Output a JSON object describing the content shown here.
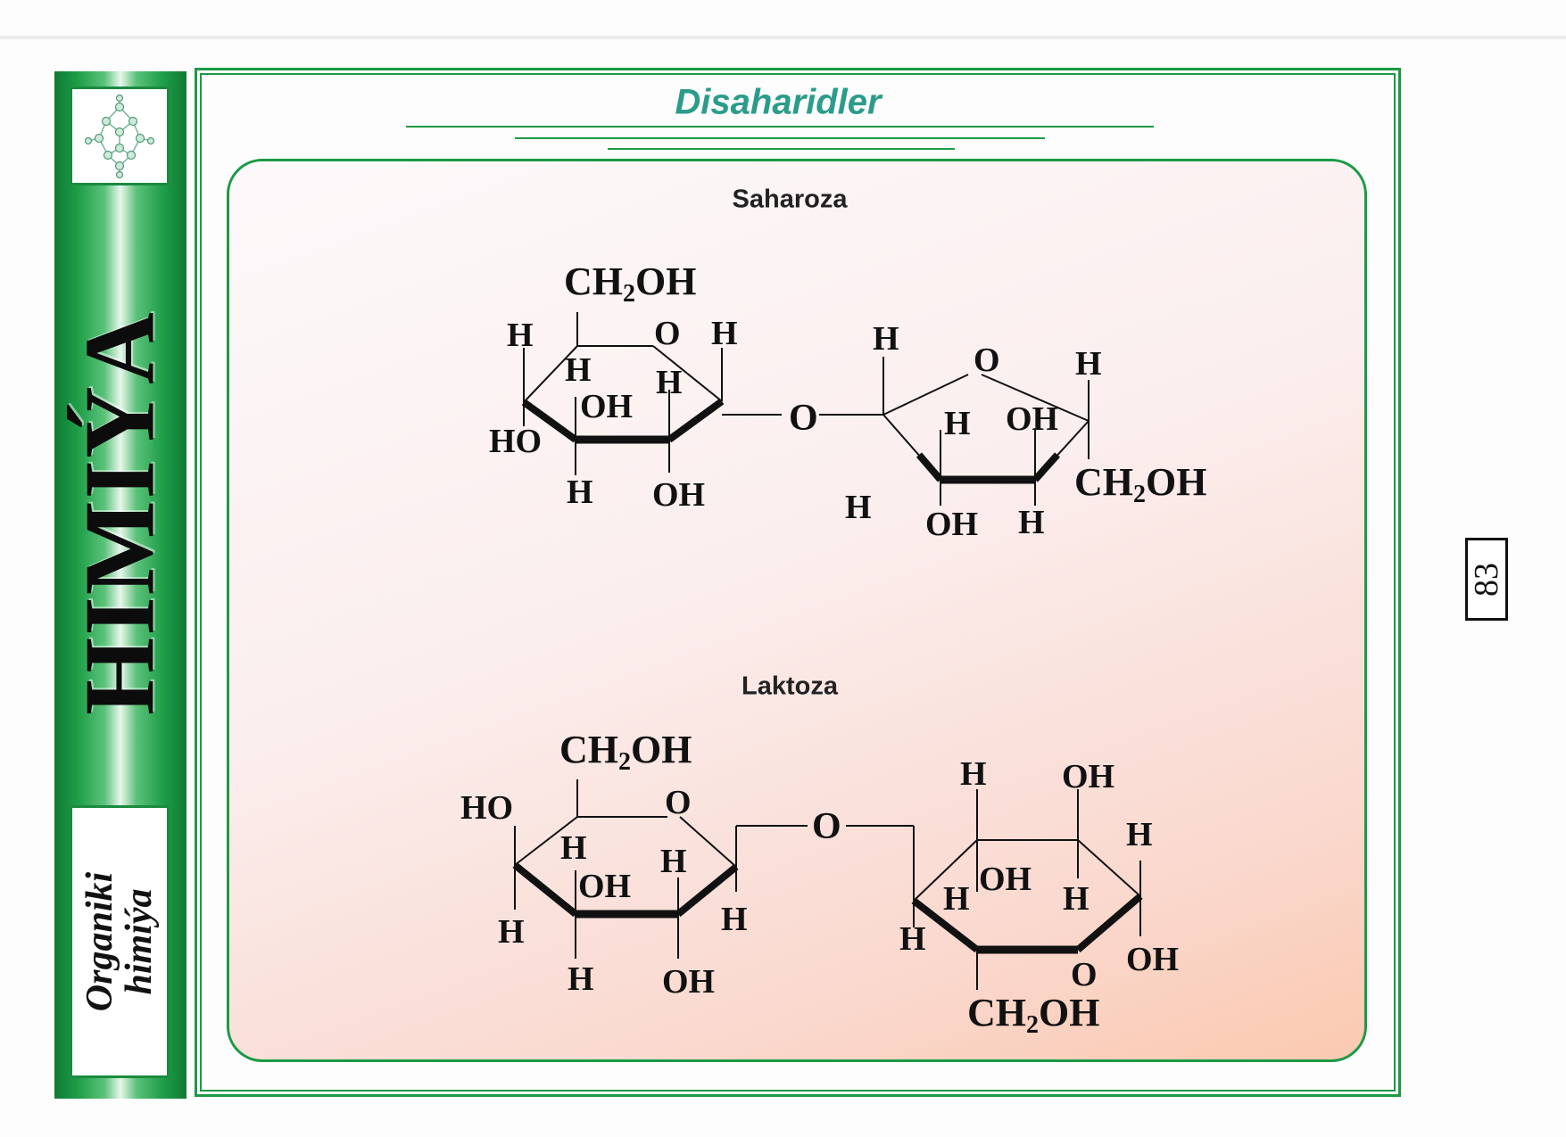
{
  "spine": {
    "title": "HIMIÝA",
    "subtitle_line1": "Organiki",
    "subtitle_line2": "himiýa",
    "logo_icon": "molecule-cluster-icon"
  },
  "page": {
    "title": "Disaharidler",
    "number": "83"
  },
  "sections": [
    {
      "name": "Saharoza",
      "labels": {
        "ch2oh_top": "CH",
        "ch2oh_top_sub": "2",
        "ch2oh_top_tail": "OH",
        "h1": "H",
        "o_ring": "O",
        "h2": "H",
        "h3": "H",
        "h4": "H",
        "oh1": "OH",
        "ho": "HO",
        "h5": "H",
        "oh2": "OH",
        "o_bridge": "O",
        "f_h_top": "H",
        "f_o_ring": "O",
        "f_h_right": "H",
        "f_h_in": "H",
        "f_oh_in": "OH",
        "f_ch2oh": "CH",
        "f_ch2oh_sub": "2",
        "f_ch2oh_tail": "OH",
        "f_h_low": "H",
        "f_oh_bot": "OH",
        "f_h_bot": "H"
      }
    },
    {
      "name": "Laktoza",
      "labels": {
        "ch2oh_top": "CH",
        "ch2oh_top_sub": "2",
        "ch2oh_top_tail": "OH",
        "ho": "HO",
        "o_ring": "O",
        "h1": "H",
        "h2": "H",
        "oh1": "OH",
        "h3": "H",
        "h4": "H",
        "h5": "H",
        "oh2": "OH",
        "o_bridge": "O",
        "r_h_top": "H",
        "r_oh_top": "OH",
        "r_h_right": "H",
        "r_oh_in": "OH",
        "r_h_in1": "H",
        "r_h_in2": "H",
        "r_h_left": "H",
        "r_o_ring": "O",
        "r_oh_right": "OH",
        "r_ch2oh": "CH",
        "r_ch2oh_sub": "2",
        "r_ch2oh_tail": "OH"
      }
    }
  ]
}
